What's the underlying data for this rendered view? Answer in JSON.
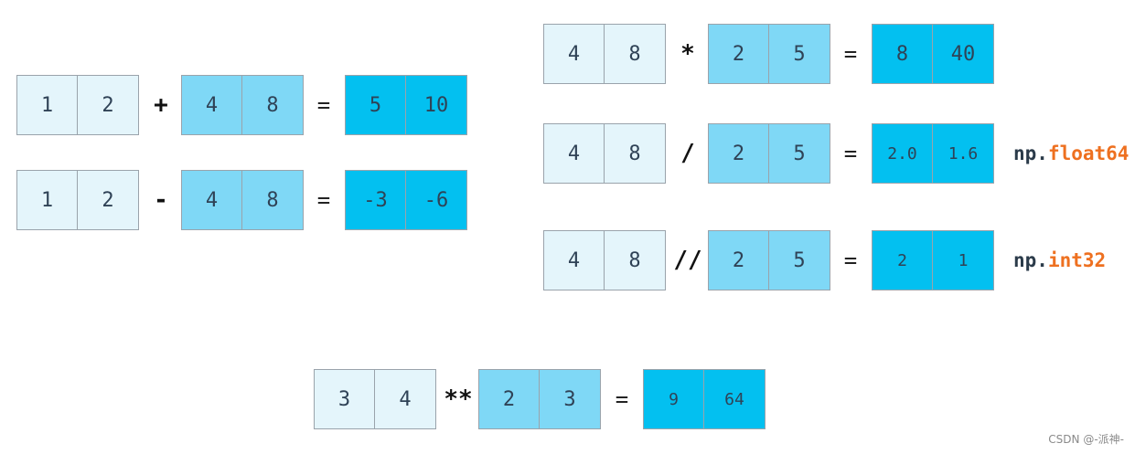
{
  "add": {
    "a": [
      "1",
      "2"
    ],
    "op": "+",
    "b": [
      "4",
      "8"
    ],
    "eq": "=",
    "r": [
      "5",
      "10"
    ]
  },
  "sub": {
    "a": [
      "1",
      "2"
    ],
    "op": "-",
    "b": [
      "4",
      "8"
    ],
    "eq": "=",
    "r": [
      "-3",
      "-6"
    ]
  },
  "mul": {
    "a": [
      "4",
      "8"
    ],
    "op": "*",
    "b": [
      "2",
      "5"
    ],
    "eq": "=",
    "r": [
      "8",
      "40"
    ]
  },
  "div": {
    "a": [
      "4",
      "8"
    ],
    "op": "/",
    "b": [
      "2",
      "5"
    ],
    "eq": "=",
    "r": [
      "2.0",
      "1.6"
    ],
    "dtype_prefix": "np.",
    "dtype_kw": "float64"
  },
  "fdiv": {
    "a": [
      "4",
      "8"
    ],
    "op": "//",
    "b": [
      "2",
      "5"
    ],
    "eq": "=",
    "r": [
      "2",
      "1"
    ],
    "dtype_prefix": "np.",
    "dtype_kw": "int32"
  },
  "pow": {
    "a": [
      "3",
      "4"
    ],
    "op": "**",
    "b": [
      "2",
      "3"
    ],
    "eq": "=",
    "r": [
      "9",
      "64"
    ]
  },
  "colors": {
    "operand_a": "#e4f5fb",
    "operand_b": "#7fd8f6",
    "result": "#03c0f0",
    "dtype_keyword": "#ee7020"
  },
  "watermark": "CSDN @-派神-"
}
